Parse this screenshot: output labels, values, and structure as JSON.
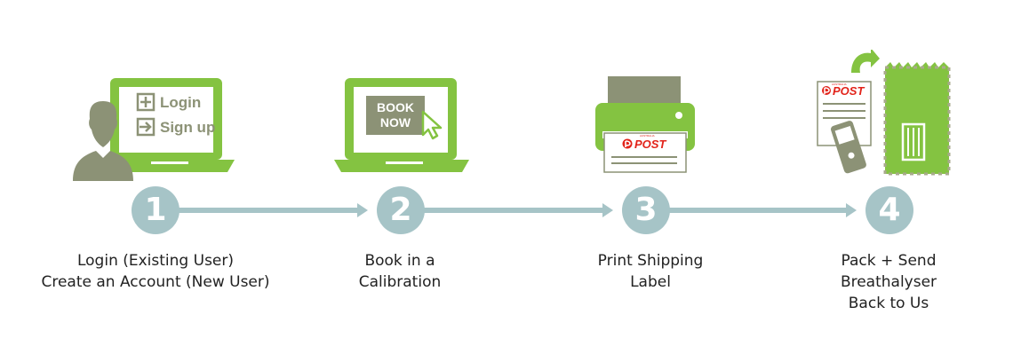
{
  "screen1": {
    "login": "Login",
    "signup": "Sign up"
  },
  "screen2": {
    "book_line1": "BOOK",
    "book_line2": "NOW"
  },
  "post_brand": "POST",
  "post_small": "AUSTRALIA",
  "steps": [
    {
      "number": "1",
      "lines": [
        "Login (Existing User)",
        "Create an Account (New User)"
      ]
    },
    {
      "number": "2",
      "lines": [
        "Book in a",
        "Calibration"
      ]
    },
    {
      "number": "3",
      "lines": [
        "Print Shipping",
        "Label"
      ]
    },
    {
      "number": "4",
      "lines": [
        "Pack + Send",
        "Breathalyser",
        "Back to Us"
      ]
    }
  ],
  "colors": {
    "green": "#84c341",
    "olive": "#8c9276",
    "teal": "#a6c4c7",
    "red": "#e2231a"
  },
  "icons": [
    "user-silhouette-icon",
    "laptop-icon",
    "cursor-icon",
    "printer-icon",
    "australia-post-logo-icon",
    "breathalyser-icon",
    "envelope-icon",
    "return-arrow-icon"
  ]
}
